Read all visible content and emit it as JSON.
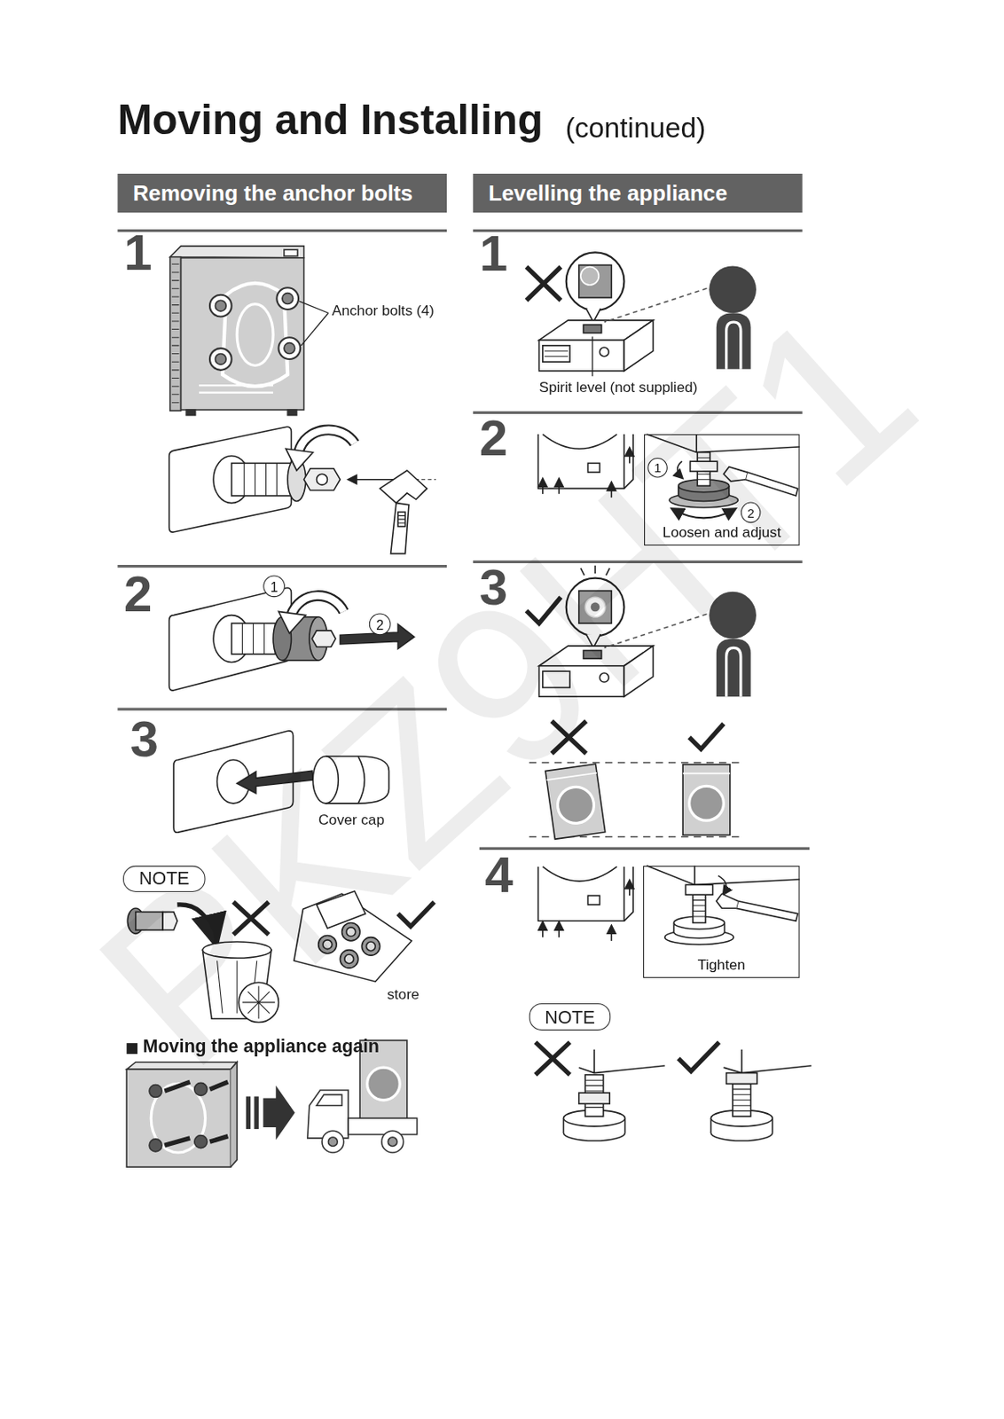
{
  "diagram": {
    "title": "Moving and Installing",
    "nodes": [
      {
        "text": [
          "Removing the anchor bolts"
        ]
      },
      {
        "text": [
          "1"
        ]
      },
      {
        "text": [
          "2"
        ]
      },
      {
        "text": [
          "NOTE"
        ]
      },
      {
        "text": [
          "Levelling the appliance"
        ]
      },
      {
        "text": [
          "Loosen and adjust"
        ]
      },
      {
        "text": [
          "1"
        ],
        "in": 5
      },
      {
        "text": [
          "2"
        ],
        "in": 5
      },
      {
        "text": [
          "Tighten"
        ]
      },
      {
        "text": [
          "NOTE"
        ]
      }
    ],
    "labels": [
      "(continued)",
      "1",
      "Anchor bolts (4)",
      "2",
      "3",
      "Cover cap",
      "store",
      "Moving the appliance again",
      "1",
      "Spirit level (not supplied)",
      "2",
      "3",
      "4",
      "PKZ9HT1"
    ]
  }
}
